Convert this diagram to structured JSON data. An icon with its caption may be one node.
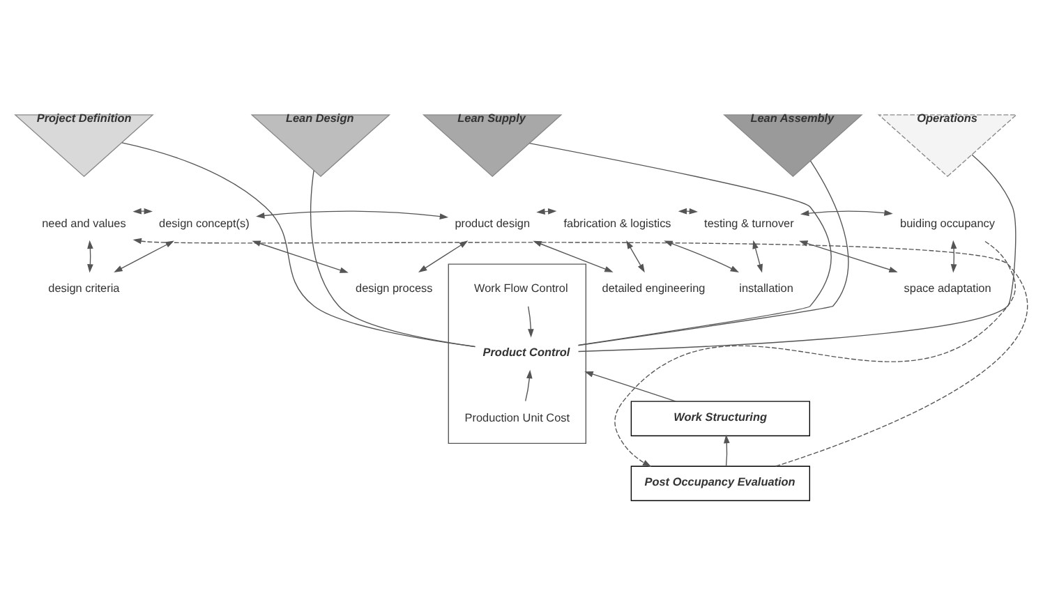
{
  "diagram": {
    "nodes": [
      {
        "text": [
          "Project Definition"
        ]
      },
      {
        "text": [
          "Lean Design"
        ]
      },
      {
        "text": [
          "Lean Supply"
        ]
      },
      {
        "text": [
          "Lean Assembly"
        ]
      },
      {
        "text": [
          "Operations"
        ]
      },
      {
        "text": [
          "need and values"
        ]
      },
      {
        "text": [
          "design concept(s)"
        ]
      },
      {
        "text": [
          "product design"
        ]
      },
      {
        "text": [
          "fabrication & logistics"
        ]
      },
      {
        "text": [
          "testing & turnover"
        ]
      },
      {
        "text": [
          "buiding occupancy"
        ]
      },
      {
        "text": [
          "design criteria"
        ]
      },
      {
        "text": [
          "design process"
        ]
      },
      {
        "text": [
          "detailed engineering"
        ]
      },
      {
        "text": [
          "installation"
        ]
      },
      {
        "text": [
          "space adaptation"
        ]
      },
      {
        "text": [],
        "shape": "box"
      },
      {
        "text": [
          "Work Flow Control"
        ],
        "in": 16
      },
      {
        "text": [
          "Product Control"
        ],
        "in": 16
      },
      {
        "text": [
          "Production Unit Cost"
        ],
        "in": 16
      },
      {
        "text": [
          "Work Structuring"
        ]
      },
      {
        "text": [
          "Post Occupancy Evaluation"
        ]
      }
    ],
    "edges": [
      {
        "from": 5,
        "to": 6,
        "arrow": "both"
      },
      {
        "from": 6,
        "to": 7,
        "arrow": "both"
      },
      {
        "from": 7,
        "to": 8,
        "arrow": "both"
      },
      {
        "from": 8,
        "to": 9,
        "arrow": "both"
      },
      {
        "from": 9,
        "to": 10,
        "arrow": "both"
      },
      {
        "from": 5,
        "to": 11,
        "arrow": "both"
      },
      {
        "from": 11,
        "to": 6,
        "arrow": "both"
      },
      {
        "from": 6,
        "to": 12,
        "arrow": "both"
      },
      {
        "from": 12,
        "to": 7,
        "arrow": "both"
      },
      {
        "from": 7,
        "to": 13,
        "arrow": "both"
      },
      {
        "from": 13,
        "to": 8,
        "arrow": "both"
      },
      {
        "from": 8,
        "to": 14,
        "arrow": "both"
      },
      {
        "from": 14,
        "to": 9,
        "arrow": "both"
      },
      {
        "from": 9,
        "to": 15,
        "arrow": "both"
      },
      {
        "from": 15,
        "to": 10,
        "arrow": "both"
      },
      {
        "from": 0,
        "to": 18,
        "arrow": "none"
      },
      {
        "from": 1,
        "to": 18,
        "arrow": "none"
      },
      {
        "from": 2,
        "to": 18,
        "arrow": "none"
      },
      {
        "from": 3,
        "to": 18,
        "arrow": "none"
      },
      {
        "from": 4,
        "to": 18,
        "arrow": "none"
      },
      {
        "from": 17,
        "to": 18,
        "arrow": "to"
      },
      {
        "from": 19,
        "to": 18,
        "arrow": "to"
      },
      {
        "from": 20,
        "to": 16,
        "arrow": "to"
      },
      {
        "from": 21,
        "to": 20,
        "arrow": "to"
      },
      {
        "from": 21,
        "to": 5,
        "arrow": "to",
        "style": "dashed"
      },
      {
        "from": 10,
        "to": 21,
        "arrow": "to",
        "style": "dashed"
      }
    ]
  }
}
